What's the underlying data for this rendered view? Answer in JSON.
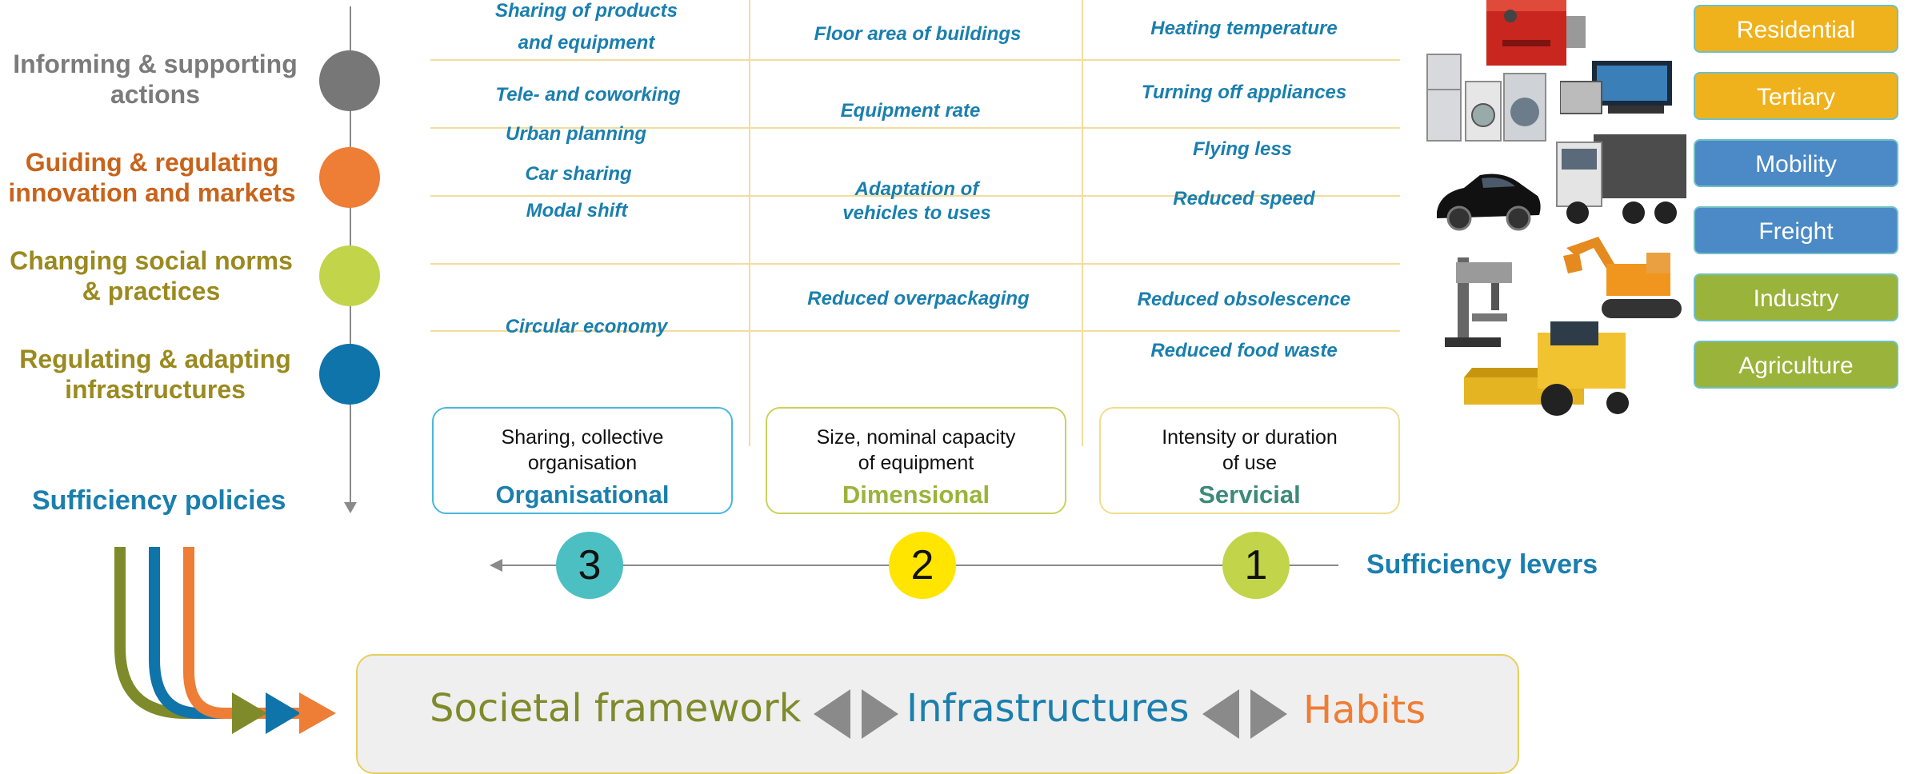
{
  "policies": {
    "items": [
      {
        "label": "Informing & supporting actions",
        "color": "#7b7b7b"
      },
      {
        "label": "Guiding & regulating innovation and markets",
        "color": "#c8641b"
      },
      {
        "label": "Changing social norms & practices",
        "color": "#9a8a1f"
      },
      {
        "label": "Regulating & adapting infrastructures",
        "color": "#9a8a1f"
      }
    ],
    "dot_colors": [
      "#777777",
      "#ee7d35",
      "#c2d44a",
      "#0e74aa"
    ],
    "title": "Sufficiency policies",
    "title_color": "#1a7fae"
  },
  "examples": {
    "organisational": [
      "Sharing of products and equipment",
      "Tele- and coworking",
      "Urban planning",
      "Car sharing",
      "Modal shift",
      "Circular economy"
    ],
    "dimensional": [
      "Floor area of buildings",
      "Equipment rate",
      "Adaptation of vehicles to uses",
      "Reduced overpackaging"
    ],
    "servicial": [
      "Heating temperature",
      "Turning off appliances",
      "Flying less",
      "Reduced speed",
      "Reduced obsolescence",
      "Reduced food waste"
    ]
  },
  "levers": {
    "items": [
      {
        "desc": "Sharing, collective organisation",
        "title": "Organisational",
        "number": "3",
        "title_color": "#1a7fae",
        "border_color": "#45b8de",
        "circle_color": "#4bbfc2"
      },
      {
        "desc": "Size, nominal capacity of equipment",
        "title": "Dimensional",
        "number": "2",
        "title_color": "#9ab33a",
        "border_color": "#c8d35a",
        "circle_color": "#ffe500"
      },
      {
        "desc": "Intensity or duration of use",
        "title": "Servicial",
        "number": "1",
        "title_color": "#3c8a7a",
        "border_color": "#f0dd8c",
        "circle_color": "#c2d44a"
      }
    ],
    "axis_label": "Sufficiency levers"
  },
  "sectors": [
    {
      "label": "Residential",
      "color": "#f0b21c"
    },
    {
      "label": "Tertiary",
      "color": "#f0b21c"
    },
    {
      "label": "Mobility",
      "color": "#4b8ac6"
    },
    {
      "label": "Freight",
      "color": "#4b8ac6"
    },
    {
      "label": "Industry",
      "color": "#9ab33a"
    },
    {
      "label": "Agriculture",
      "color": "#9ab33a"
    }
  ],
  "framework": {
    "societal": "Societal framework",
    "infrastructures": "Infrastructures",
    "habits": "Habits",
    "societal_color": "#7f8a2a",
    "infrastructures_color": "#1a7fae",
    "habits_color": "#ee7d35"
  },
  "icons": [
    "boiler-icon",
    "appliances-icon",
    "electronics-icon",
    "car-icon",
    "truck-icon",
    "drill-press-icon",
    "excavator-icon",
    "harvester-icon"
  ]
}
